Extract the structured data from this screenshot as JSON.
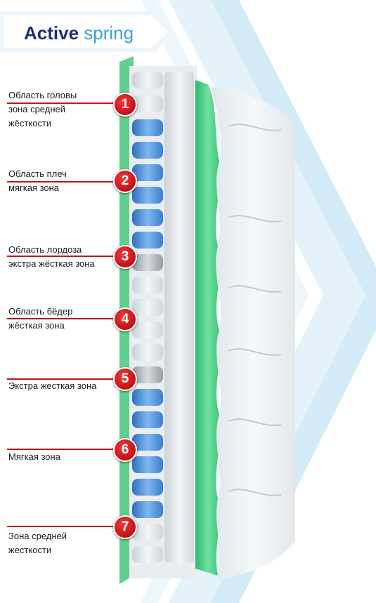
{
  "brand": {
    "title_bold": "Active",
    "title_light": "spring"
  },
  "zones": [
    {
      "number": "1",
      "lines": [
        "Область головы",
        "зона средней",
        "жёсткости"
      ]
    },
    {
      "number": "2",
      "lines": [
        "Область плеч",
        "мягкая зона"
      ]
    },
    {
      "number": "3",
      "lines": [
        "Область лордоза",
        "экстра жёсткая зона"
      ]
    },
    {
      "number": "4",
      "lines": [
        "Область бёдер",
        "жёсткая зона"
      ]
    },
    {
      "number": "5",
      "lines": [
        "Экстра жесткая зона"
      ]
    },
    {
      "number": "6",
      "lines": [
        "Мягкая зона"
      ]
    },
    {
      "number": "7",
      "lines": [
        "Зона средней",
        "жесткости"
      ]
    }
  ],
  "colors": {
    "marker": "#c40f14",
    "title_dark": "#1c2f7a",
    "title_light": "#3aa0d8",
    "foam_green": "#4fd28a",
    "spring_blue": "#4a8fd8",
    "chevron": "#cfe9f6"
  }
}
